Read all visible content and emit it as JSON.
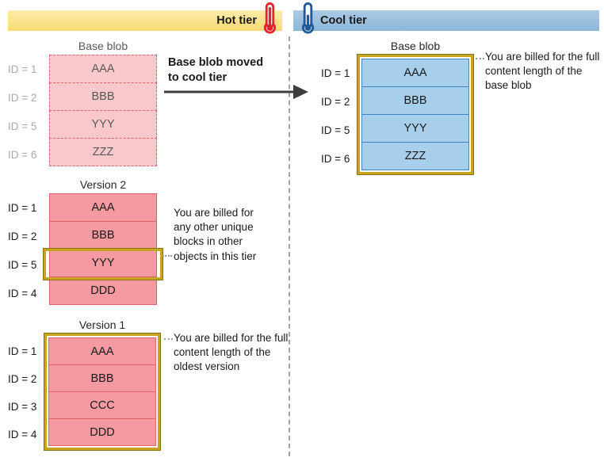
{
  "header": {
    "hot_label": "Hot tier",
    "cool_label": "Cool tier",
    "hot_icon": "thermometer-hot",
    "cool_icon": "thermometer-cool"
  },
  "colors": {
    "hot_bar": "#fbd972",
    "cool_bar": "#8db7da",
    "hot_thermometer": "#e8232f",
    "cool_thermometer": "#1f5b99",
    "base_blob_fill": "#f9c8ca",
    "base_blob_border": "#e4606d",
    "version_fill": "#f59aa0",
    "version_border": "#e0606c",
    "cool_fill": "#a7cfec",
    "cool_border": "#3e84c1",
    "highlight_gold": "#c9a421",
    "divider_gray": "#a3a3a3"
  },
  "hot_tier": {
    "base_blob": {
      "title": "Base blob",
      "rows": [
        {
          "id": "ID = 1",
          "block": "AAA"
        },
        {
          "id": "ID = 2",
          "block": "BBB"
        },
        {
          "id": "ID = 5",
          "block": "YYY"
        },
        {
          "id": "ID = 6",
          "block": "ZZZ"
        }
      ]
    },
    "moved_note": "Base blob moved to cool tier",
    "version_2": {
      "title": "Version 2",
      "rows": [
        {
          "id": "ID = 1",
          "block": "AAA"
        },
        {
          "id": "ID = 2",
          "block": "BBB"
        },
        {
          "id": "ID = 5",
          "block": "YYY"
        },
        {
          "id": "ID = 4",
          "block": "DDD"
        }
      ],
      "highlighted_block": "YYY",
      "note": "You are billed for any other unique blocks in other objects in this tier"
    },
    "version_1": {
      "title": "Version 1",
      "rows": [
        {
          "id": "ID = 1",
          "block": "AAA"
        },
        {
          "id": "ID = 2",
          "block": "BBB"
        },
        {
          "id": "ID = 3",
          "block": "CCC"
        },
        {
          "id": "ID = 4",
          "block": "DDD"
        }
      ],
      "note": "You are billed for the full content length of the oldest version"
    }
  },
  "cool_tier": {
    "base_blob": {
      "title": "Base blob",
      "rows": [
        {
          "id": "ID = 1",
          "block": "AAA"
        },
        {
          "id": "ID = 2",
          "block": "BBB"
        },
        {
          "id": "ID = 5",
          "block": "YYY"
        },
        {
          "id": "ID = 6",
          "block": "ZZZ"
        }
      ],
      "note": "You are billed for the full content length of the base blob"
    }
  }
}
